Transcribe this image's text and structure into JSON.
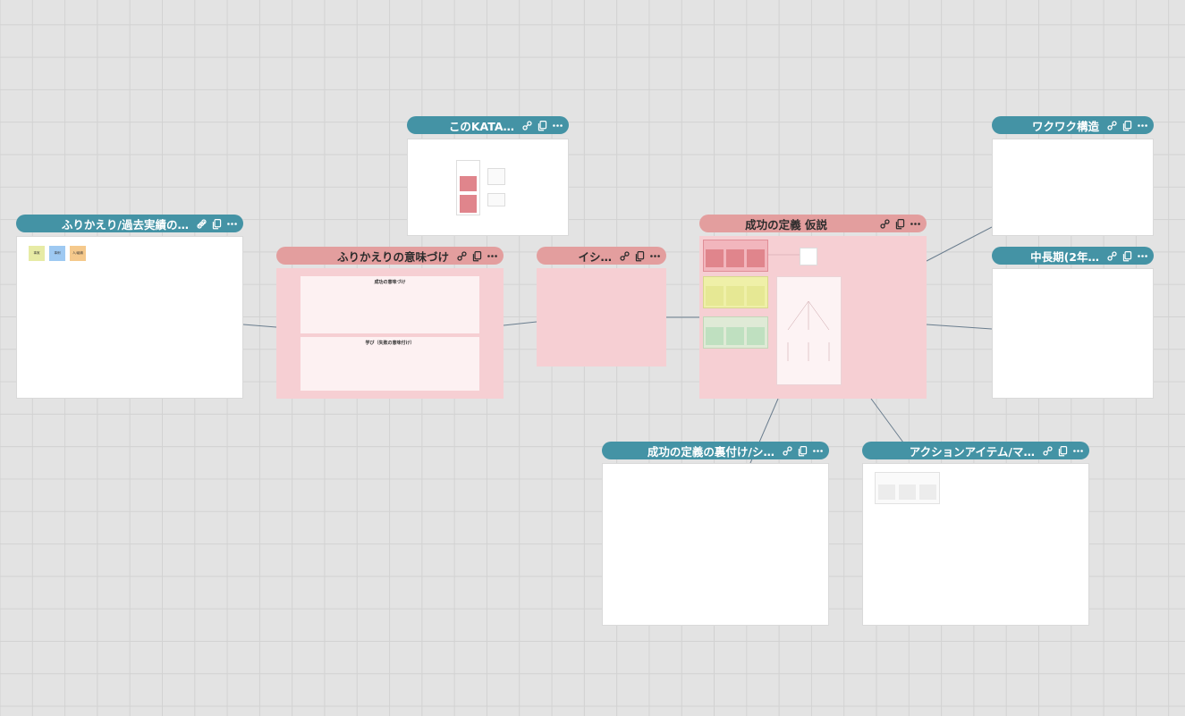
{
  "frames": {
    "retrospective": {
      "title": "ふりかえり/過去実績の…"
    },
    "kata": {
      "title": "このKATA…"
    },
    "meaning": {
      "title": "ふりかえりの意味づけ"
    },
    "ishi": {
      "title": "イシ…"
    },
    "success": {
      "title": "成功の定義 仮説"
    },
    "wakuwaku": {
      "title": "ワクワク構造"
    },
    "midterm": {
      "title": "中長期(2年…"
    },
    "backing": {
      "title": "成功の定義の裏付け/シ…"
    },
    "action": {
      "title": "アクションアイテム/マ…"
    }
  },
  "retro_stickies": [
    {
      "label": "事実",
      "color": "#e7eba5"
    },
    {
      "label": "事例",
      "color": "#9ec9f2"
    },
    {
      "label": "人/組織",
      "color": "#f5c98c"
    }
  ],
  "meaning_panels": [
    {
      "label": "成功の意味づけ"
    },
    {
      "label": "学び（失敗の意味付け）"
    }
  ],
  "icons": {
    "link": "link-icon",
    "copy": "copy-icon",
    "more": "more-icon"
  },
  "colors": {
    "teal": "#4493a5",
    "pink_header": "#e39e9e",
    "pink_body": "#f6cfd3",
    "canvas": "#e3e3e3"
  }
}
